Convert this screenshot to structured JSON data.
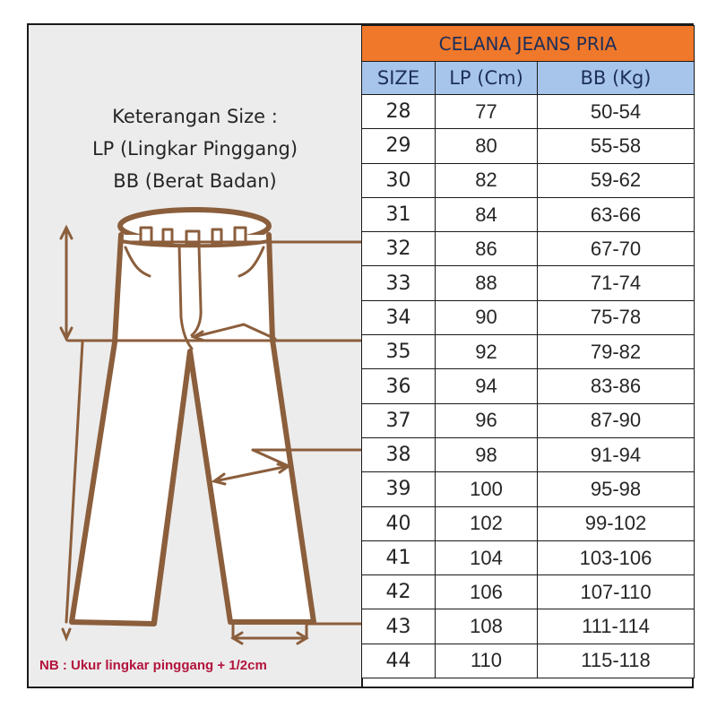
{
  "legend": {
    "title": "Keterangan Size :",
    "lp": "LP (Lingkar Pinggang)",
    "bb": "BB (Berat Badan)"
  },
  "note": "NB : Ukur lingkar pinggang + 1/2cm",
  "diagram": {
    "icon": "jeans-measurement-icon",
    "line_color": "#8b5e3c"
  },
  "colors": {
    "title_bg": "#f0782a",
    "header_bg": "#a7c5ea",
    "header_text": "#1d2f5a",
    "note": "#b3143c"
  },
  "table": {
    "title": "CELANA JEANS PRIA",
    "headers": [
      "SIZE",
      "LP (Cm)",
      "BB (Kg)"
    ],
    "rows": [
      [
        "28",
        "77",
        "50-54"
      ],
      [
        "29",
        "80",
        "55-58"
      ],
      [
        "30",
        "82",
        "59-62"
      ],
      [
        "31",
        "84",
        "63-66"
      ],
      [
        "32",
        "86",
        "67-70"
      ],
      [
        "33",
        "88",
        "71-74"
      ],
      [
        "34",
        "90",
        "75-78"
      ],
      [
        "35",
        "92",
        "79-82"
      ],
      [
        "36",
        "94",
        "83-86"
      ],
      [
        "37",
        "96",
        "87-90"
      ],
      [
        "38",
        "98",
        "91-94"
      ],
      [
        "39",
        "100",
        "95-98"
      ],
      [
        "40",
        "102",
        "99-102"
      ],
      [
        "41",
        "104",
        "103-106"
      ],
      [
        "42",
        "106",
        "107-110"
      ],
      [
        "43",
        "108",
        "111-114"
      ],
      [
        "44",
        "110",
        "115-118"
      ]
    ]
  }
}
